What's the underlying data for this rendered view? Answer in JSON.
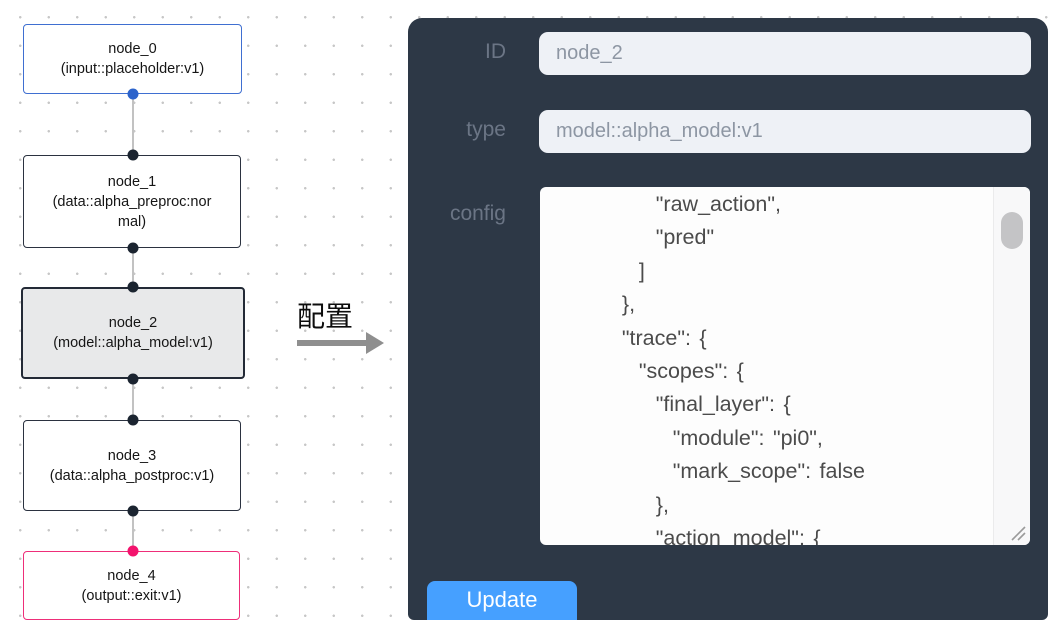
{
  "flow": {
    "nodes": [
      {
        "title": "node_0",
        "subtitle": "(input::placeholder:v1)",
        "state": "input"
      },
      {
        "title": "node_1",
        "subtitle": "(data::alpha_preproc:normal)",
        "state": "default"
      },
      {
        "title": "node_2",
        "subtitle": "(model::alpha_model:v1)",
        "state": "selected"
      },
      {
        "title": "node_3",
        "subtitle": "(data::alpha_postproc:v1)",
        "state": "default"
      },
      {
        "title": "node_4",
        "subtitle": "(output::exit:v1)",
        "state": "output"
      }
    ]
  },
  "arrow": {
    "label": "配置"
  },
  "panel": {
    "id_label": "ID",
    "id_value": "node_2",
    "type_label": "type",
    "type_value": "model::alpha_model:v1",
    "config_label": "config",
    "config_lines": [
      "        \"raw_action\",",
      "        \"pred\"",
      "      ]",
      "    },",
      "    \"trace\": {",
      "      \"scopes\": {",
      "        \"final_layer\": {",
      "          \"module\": \"pi0\",",
      "          \"mark_scope\": false",
      "        },",
      "        \"action_model\": {"
    ],
    "update_label": "Update"
  },
  "colors": {
    "panel_bg": "#2d3846",
    "input_bg": "#eef1f6",
    "button_blue": "#46a0ff",
    "node_input_border": "#3f6fd1",
    "node_output_border": "#ee2e79",
    "selected_node_bg": "#e8e9ea",
    "port_blue": "#2c63cb",
    "port_pink": "#f3136d",
    "port_dark": "#1b2430"
  }
}
